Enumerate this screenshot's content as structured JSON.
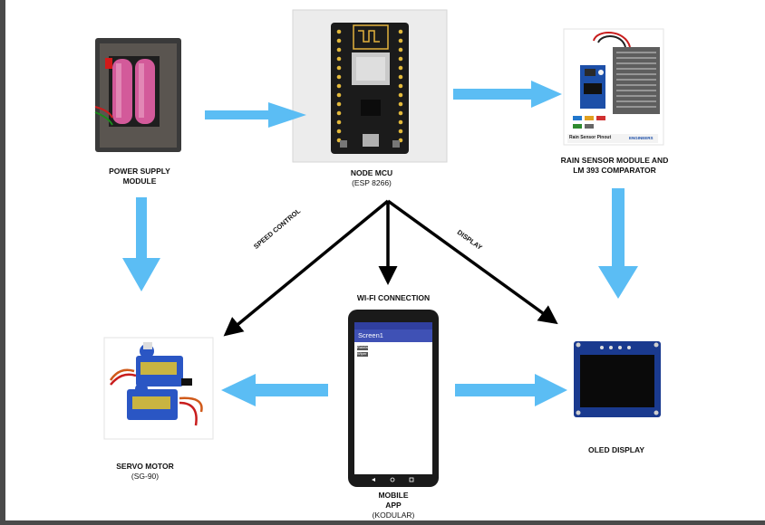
{
  "nodes": {
    "power": {
      "title_line1": "POWER SUPPLY",
      "title_line2": "MODULE"
    },
    "nodemcu": {
      "title": "NODE MCU",
      "subtitle": "(ESP 8266)"
    },
    "rain": {
      "title_line1": "RAIN SENSOR MODULE AND",
      "title_line2": "LM 393 COMPARATOR",
      "card_text1": "Rain Sensor",
      "card_text2": "Pinout",
      "brand_text": "ENGINEERS"
    },
    "servo": {
      "title": "SERVO MOTOR",
      "subtitle": "(SG-90)"
    },
    "oled": {
      "title": "OLED DISPLAY"
    },
    "wifi": {
      "title": "WI-FI CONNECTION"
    },
    "app": {
      "title_line1": "MOBILE",
      "title_line2": "APP",
      "subtitle": "(KODULAR)",
      "screen_title": "Screen1",
      "btn1": "Rainfall",
      "btn2": "Wiper"
    }
  },
  "edges": {
    "speed_control": "SPEED CONTROL",
    "display": "DISPLAY"
  },
  "colors": {
    "arrow_blue": "#5bbdf4",
    "arrow_black": "#000000",
    "app_bar": "#3f51b5"
  }
}
